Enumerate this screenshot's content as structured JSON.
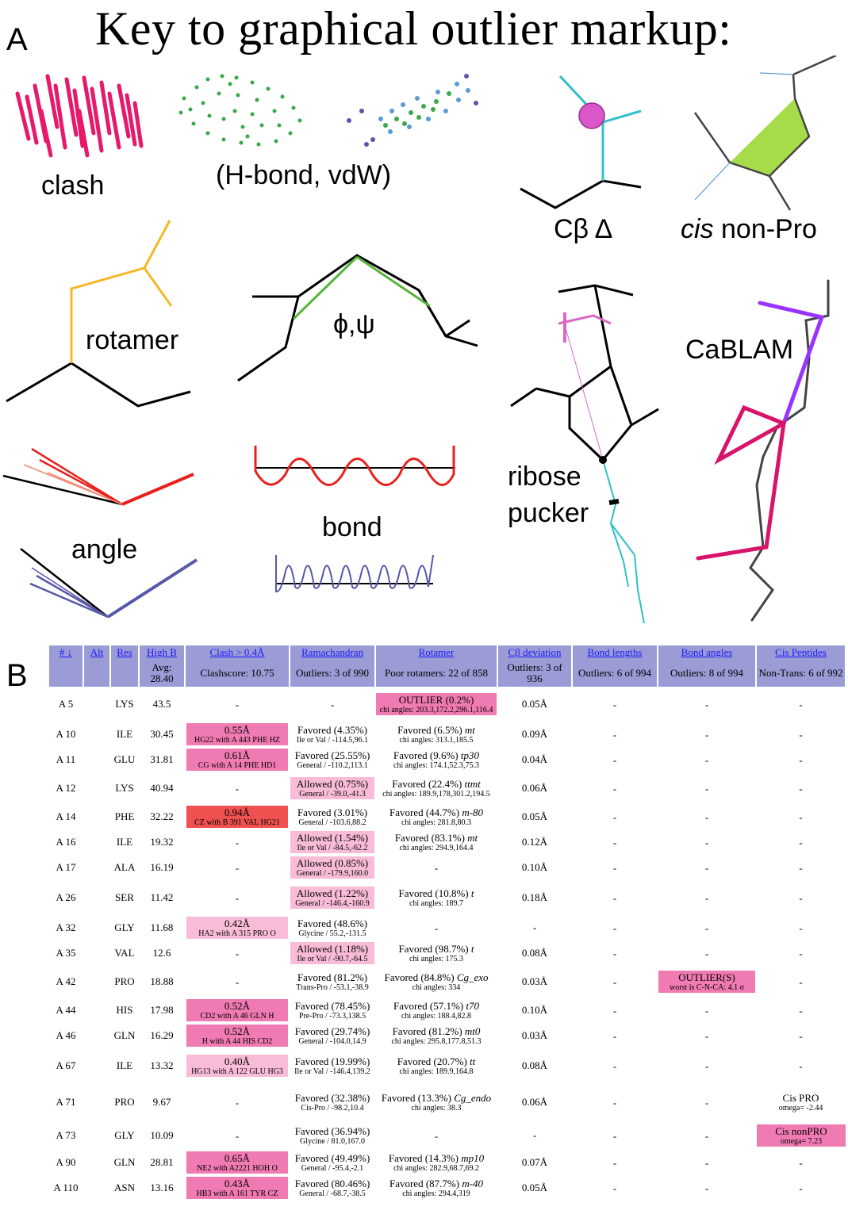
{
  "title": "Key to graphical outlier markup:",
  "panel_a": "A",
  "panel_b": "B",
  "key_labels": {
    "clash": "clash",
    "hbond_vdw": "(H-bond, vdW)",
    "cbeta": "Cβ Δ",
    "cis_italic": "cis",
    "cis_rest": " non-Pro",
    "rotamer": "rotamer",
    "phipsi": "ϕ,ψ",
    "ribose1": "ribose",
    "ribose2": "pucker",
    "cablam": "CaBLAM",
    "angle": "angle",
    "bond": "bond"
  },
  "colors": {
    "clash": "#e8186a",
    "hbond": "#3aa84a",
    "vdw": "#5b9bd5",
    "cbeta_ball": "#d957c9",
    "teal": "#2fc0c8",
    "cis_fill": "#a6dc4a",
    "rotamer": "#f5b829",
    "rama": "#55b33b",
    "red": "#e8201c",
    "blue": "#5757a8",
    "pucker": "#d96ac4",
    "purple": "#9933ff",
    "magenta": "#d8146a",
    "header_bg": "#9b9bd6",
    "cell_pink": "#f07ab2",
    "cell_light": "#f9bcd8",
    "cell_red": "#ef5050"
  },
  "table": {
    "headers": [
      "# ↓",
      "Alt",
      "Res",
      "High B",
      "Clash > 0.4Å",
      "Ramachandran",
      "Rotamer",
      "Cβ deviation",
      "Bond lengths",
      "Bond angles",
      "Cis Peptides"
    ],
    "summary": [
      "",
      "",
      "",
      "Avg: 28.40",
      "Clashscore: 10.75",
      "Outliers: 3 of 990",
      "Poor rotamers: 22 of 858",
      "Outliers: 3 of 936",
      "Outliers: 6 of 994",
      "Outliers: 8 of 994",
      "Non-Trans: 6 of 992"
    ],
    "rows": [
      {
        "num": "A 5",
        "alt": "",
        "res": "LYS",
        "b": "43.5",
        "clash": {
          "l1": "-",
          "l2": "",
          "c": ""
        },
        "rama": {
          "l1": "-",
          "l2": "",
          "c": ""
        },
        "rota": {
          "l1": "OUTLIER (0.2%)",
          "l2": "chi angles: 203.3,172.2,296.1,116.4",
          "c": "pink"
        },
        "cb": "0.05Å",
        "bl": {
          "l1": "-",
          "l2": "",
          "c": ""
        },
        "ba": {
          "l1": "-",
          "l2": "",
          "c": ""
        },
        "cis": {
          "l1": "-",
          "l2": "",
          "c": ""
        }
      },
      {
        "num": "A 10",
        "alt": "",
        "res": "ILE",
        "b": "30.45",
        "clash": {
          "l1": "0.55Å",
          "l2": "HG22 with A 443 PHE HZ",
          "c": "pink"
        },
        "rama": {
          "l1": "Favored (4.35%)",
          "l2": "Ile or Val / -114.5,96.1",
          "c": ""
        },
        "rota": {
          "l1": "Favored (6.5%) mt",
          "l2": "chi angles: 313.1,185.5",
          "c": ""
        },
        "cb": "0.09Å",
        "bl": {
          "l1": "-",
          "l2": "",
          "c": ""
        },
        "ba": {
          "l1": "-",
          "l2": "",
          "c": ""
        },
        "cis": {
          "l1": "-",
          "l2": "",
          "c": ""
        }
      },
      {
        "num": "A 11",
        "alt": "",
        "res": "GLU",
        "b": "31.81",
        "clash": {
          "l1": "0.61Å",
          "l2": "CG with A 14 PHE HD1",
          "c": "pink"
        },
        "rama": {
          "l1": "Favored (25.55%)",
          "l2": "General / -110.2,113.1",
          "c": ""
        },
        "rota": {
          "l1": "Favored (9.6%) tp30",
          "l2": "chi angles: 174.1,52.3,75.3",
          "c": ""
        },
        "cb": "0.04Å",
        "bl": {
          "l1": "-",
          "l2": "",
          "c": ""
        },
        "ba": {
          "l1": "-",
          "l2": "",
          "c": ""
        },
        "cis": {
          "l1": "-",
          "l2": "",
          "c": ""
        }
      },
      {
        "num": "A 12",
        "alt": "",
        "res": "LYS",
        "b": "40.94",
        "clash": {
          "l1": "-",
          "l2": "",
          "c": ""
        },
        "rama": {
          "l1": "Allowed (0.75%)",
          "l2": "General / -39.0,-41.3",
          "c": "light"
        },
        "rota": {
          "l1": "Favored (22.4%) ttmt",
          "l2": "chi angles: 189.9,178,301.2,194.5",
          "c": ""
        },
        "cb": "0.06Å",
        "bl": {
          "l1": "-",
          "l2": "",
          "c": ""
        },
        "ba": {
          "l1": "-",
          "l2": "",
          "c": ""
        },
        "cis": {
          "l1": "-",
          "l2": "",
          "c": ""
        }
      },
      {
        "num": "A 14",
        "alt": "",
        "res": "PHE",
        "b": "32.22",
        "clash": {
          "l1": "0.94Å",
          "l2": "CZ with B 391 VAL HG21",
          "c": "red"
        },
        "rama": {
          "l1": "Favored (3.01%)",
          "l2": "General / -103.6,88.2",
          "c": ""
        },
        "rota": {
          "l1": "Favored (44.7%) m-80",
          "l2": "chi angles: 281.8,80.3",
          "c": ""
        },
        "cb": "0.05Å",
        "bl": {
          "l1": "-",
          "l2": "",
          "c": ""
        },
        "ba": {
          "l1": "-",
          "l2": "",
          "c": ""
        },
        "cis": {
          "l1": "-",
          "l2": "",
          "c": ""
        }
      },
      {
        "num": "A 16",
        "alt": "",
        "res": "ILE",
        "b": "19.32",
        "clash": {
          "l1": "-",
          "l2": "",
          "c": ""
        },
        "rama": {
          "l1": "Allowed (1.54%)",
          "l2": "Ile or Val / -84.5,-62.2",
          "c": "light"
        },
        "rota": {
          "l1": "Favored (83.1%) mt",
          "l2": "chi angles: 294.9,164.4",
          "c": ""
        },
        "cb": "0.12Å",
        "bl": {
          "l1": "-",
          "l2": "",
          "c": ""
        },
        "ba": {
          "l1": "-",
          "l2": "",
          "c": ""
        },
        "cis": {
          "l1": "-",
          "l2": "",
          "c": ""
        }
      },
      {
        "num": "A 17",
        "alt": "",
        "res": "ALA",
        "b": "16.19",
        "clash": {
          "l1": "-",
          "l2": "",
          "c": ""
        },
        "rama": {
          "l1": "Allowed (0.85%)",
          "l2": "General / -179.9,160.0",
          "c": "light"
        },
        "rota": {
          "l1": "-",
          "l2": "",
          "c": ""
        },
        "cb": "0.10Å",
        "bl": {
          "l1": "-",
          "l2": "",
          "c": ""
        },
        "ba": {
          "l1": "-",
          "l2": "",
          "c": ""
        },
        "cis": {
          "l1": "-",
          "l2": "",
          "c": ""
        }
      },
      {
        "num": "A 26",
        "alt": "",
        "res": "SER",
        "b": "11.42",
        "clash": {
          "l1": "-",
          "l2": "",
          "c": ""
        },
        "rama": {
          "l1": "Allowed (1.22%)",
          "l2": "General / -146.4,-160.9",
          "c": "light"
        },
        "rota": {
          "l1": "Favored (10.8%) t",
          "l2": "chi angles: 189.7",
          "c": ""
        },
        "cb": "0.18Å",
        "bl": {
          "l1": "-",
          "l2": "",
          "c": ""
        },
        "ba": {
          "l1": "-",
          "l2": "",
          "c": ""
        },
        "cis": {
          "l1": "-",
          "l2": "",
          "c": ""
        }
      },
      {
        "num": "A 32",
        "alt": "",
        "res": "GLY",
        "b": "11.68",
        "clash": {
          "l1": "0.42Å",
          "l2": "HA2 with A 315 PRO O",
          "c": "light"
        },
        "rama": {
          "l1": "Favored (48.6%)",
          "l2": "Glycine / 55.2,-131.5",
          "c": ""
        },
        "rota": {
          "l1": "-",
          "l2": "",
          "c": ""
        },
        "cb": "-",
        "bl": {
          "l1": "-",
          "l2": "",
          "c": ""
        },
        "ba": {
          "l1": "-",
          "l2": "",
          "c": ""
        },
        "cis": {
          "l1": "-",
          "l2": "",
          "c": ""
        }
      },
      {
        "num": "A 35",
        "alt": "",
        "res": "VAL",
        "b": "12.6",
        "clash": {
          "l1": "-",
          "l2": "",
          "c": ""
        },
        "rama": {
          "l1": "Allowed (1.18%)",
          "l2": "Ile or Val / -90.7,-64.5",
          "c": "light"
        },
        "rota": {
          "l1": "Favored (98.7%) t",
          "l2": "chi angles: 175.3",
          "c": ""
        },
        "cb": "0.08Å",
        "bl": {
          "l1": "-",
          "l2": "",
          "c": ""
        },
        "ba": {
          "l1": "-",
          "l2": "",
          "c": ""
        },
        "cis": {
          "l1": "-",
          "l2": "",
          "c": ""
        }
      },
      {
        "num": "A 42",
        "alt": "",
        "res": "PRO",
        "b": "18.88",
        "clash": {
          "l1": "-",
          "l2": "",
          "c": ""
        },
        "rama": {
          "l1": "Favored (81.2%)",
          "l2": "Trans-Pro / -53.1,-38.9",
          "c": ""
        },
        "rota": {
          "l1": "Favored (84.8%) Cg_exo",
          "l2": "chi angles: 334",
          "c": ""
        },
        "cb": "0.03Å",
        "bl": {
          "l1": "-",
          "l2": "",
          "c": ""
        },
        "ba": {
          "l1": "OUTLIER(S)",
          "l2": "worst is C-N-CA: 4.1 σ",
          "c": "pink"
        },
        "cis": {
          "l1": "-",
          "l2": "",
          "c": ""
        }
      },
      {
        "num": "A 44",
        "alt": "",
        "res": "HIS",
        "b": "17.98",
        "clash": {
          "l1": "0.52Å",
          "l2": "CD2 with A 46 GLN H",
          "c": "pink"
        },
        "rama": {
          "l1": "Favored (78.45%)",
          "l2": "Pre-Pro / -73.3,138.5",
          "c": ""
        },
        "rota": {
          "l1": "Favored (57.1%) t70",
          "l2": "chi angles: 188.4,82.8",
          "c": ""
        },
        "cb": "0.10Å",
        "bl": {
          "l1": "-",
          "l2": "",
          "c": ""
        },
        "ba": {
          "l1": "-",
          "l2": "",
          "c": ""
        },
        "cis": {
          "l1": "-",
          "l2": "",
          "c": ""
        }
      },
      {
        "num": "A 46",
        "alt": "",
        "res": "GLN",
        "b": "16.29",
        "clash": {
          "l1": "0.52Å",
          "l2": "H with A 44 HIS CD2",
          "c": "pink"
        },
        "rama": {
          "l1": "Favored (29.74%)",
          "l2": "General / -104.0,14.9",
          "c": ""
        },
        "rota": {
          "l1": "Favored (81.2%) mt0",
          "l2": "chi angles: 295.8,177.8,51.3",
          "c": ""
        },
        "cb": "0.03Å",
        "bl": {
          "l1": "-",
          "l2": "",
          "c": ""
        },
        "ba": {
          "l1": "-",
          "l2": "",
          "c": ""
        },
        "cis": {
          "l1": "-",
          "l2": "",
          "c": ""
        }
      },
      {
        "num": "A 67",
        "alt": "",
        "res": "ILE",
        "b": "13.32",
        "clash": {
          "l1": "0.40Å",
          "l2": "HG13 with A 122 GLU HG3",
          "c": "light"
        },
        "rama": {
          "l1": "Favored (19.99%)",
          "l2": "Ile or Val / -146.4,139.2",
          "c": ""
        },
        "rota": {
          "l1": "Favored (20.7%) tt",
          "l2": "chi angles: 189.9,164.8",
          "c": ""
        },
        "cb": "0.08Å",
        "bl": {
          "l1": "-",
          "l2": "",
          "c": ""
        },
        "ba": {
          "l1": "-",
          "l2": "",
          "c": ""
        },
        "cis": {
          "l1": "-",
          "l2": "",
          "c": ""
        }
      },
      {
        "num": "A 71",
        "alt": "",
        "res": "PRO",
        "b": "9.67",
        "clash": {
          "l1": "-",
          "l2": "",
          "c": ""
        },
        "rama": {
          "l1": "Favored (32.38%)",
          "l2": "Cis-Pro / -98.2,10.4",
          "c": ""
        },
        "rota": {
          "l1": "Favored (13.3%) Cg_endo",
          "l2": "chi angles: 38.3",
          "c": ""
        },
        "cb": "0.06Å",
        "bl": {
          "l1": "-",
          "l2": "",
          "c": ""
        },
        "ba": {
          "l1": "-",
          "l2": "",
          "c": ""
        },
        "cis": {
          "l1": "Cis PRO",
          "l2": "omega= -2.44",
          "c": ""
        }
      },
      {
        "num": "A 73",
        "alt": "",
        "res": "GLY",
        "b": "10.09",
        "clash": {
          "l1": "-",
          "l2": "",
          "c": ""
        },
        "rama": {
          "l1": "Favored (36.94%)",
          "l2": "Glycine / 81.0,167.0",
          "c": ""
        },
        "rota": {
          "l1": "-",
          "l2": "",
          "c": ""
        },
        "cb": "-",
        "bl": {
          "l1": "-",
          "l2": "",
          "c": ""
        },
        "ba": {
          "l1": "-",
          "l2": "",
          "c": ""
        },
        "cis": {
          "l1": "Cis nonPRO",
          "l2": "omega= 7.23",
          "c": "pink"
        }
      },
      {
        "num": "A 90",
        "alt": "",
        "res": "GLN",
        "b": "28.81",
        "clash": {
          "l1": "0.65Å",
          "l2": "NE2 with A2221 HOH O",
          "c": "pink"
        },
        "rama": {
          "l1": "Favored (49.49%)",
          "l2": "General / -95.4,-2.1",
          "c": ""
        },
        "rota": {
          "l1": "Favored (14.3%) mp10",
          "l2": "chi angles: 282.9,68.7,69.2",
          "c": ""
        },
        "cb": "0.07Å",
        "bl": {
          "l1": "-",
          "l2": "",
          "c": ""
        },
        "ba": {
          "l1": "-",
          "l2": "",
          "c": ""
        },
        "cis": {
          "l1": "-",
          "l2": "",
          "c": ""
        }
      },
      {
        "num": "A 110",
        "alt": "",
        "res": "ASN",
        "b": "13.16",
        "clash": {
          "l1": "0.43Å",
          "l2": "HB3 with A 161 TYR CZ",
          "c": "pink"
        },
        "rama": {
          "l1": "Favored (80.46%)",
          "l2": "General / -68.7,-38.5",
          "c": ""
        },
        "rota": {
          "l1": "Favored (87.7%) m-40",
          "l2": "chi angles: 294.4,319",
          "c": ""
        },
        "cb": "0.05Å",
        "bl": {
          "l1": "-",
          "l2": "",
          "c": ""
        },
        "ba": {
          "l1": "-",
          "l2": "",
          "c": ""
        },
        "cis": {
          "l1": "-",
          "l2": "",
          "c": ""
        }
      }
    ]
  }
}
